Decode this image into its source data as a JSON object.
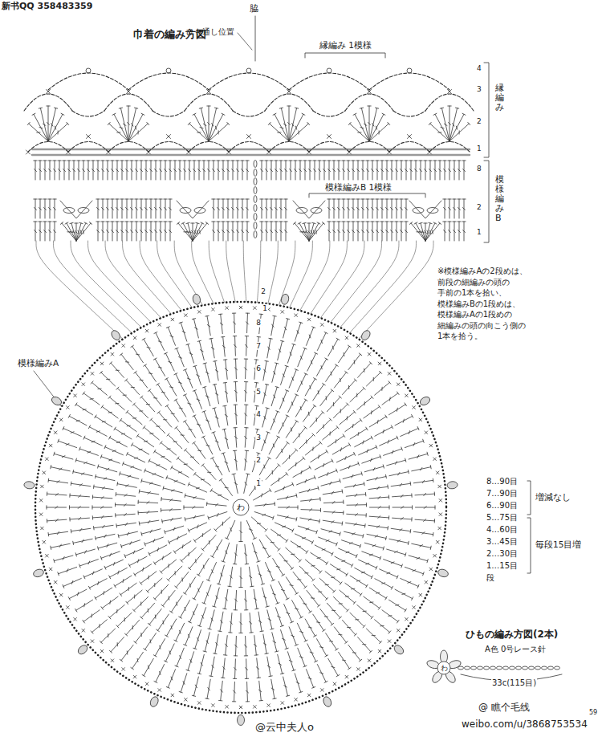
{
  "diagram": {
    "title": "巾着の編み方図",
    "labels": [
      "新书QQ 358483359",
      "脇",
      "ひも通し位置",
      "縁編み 1模様",
      "4",
      "3",
      "2",
      "1",
      "縁編み",
      "模様編みB 1模様",
      "8",
      "2",
      "1",
      "模様編みB",
      "※模様編みAの2段めは、 前段の細編みの頭の 手前の1本を拾い、 模様編みBの1段めは、 模様編みAの1段めの 細編みの頭の向こう側の 1本を拾う。",
      "模様編みA",
      "わ",
      "1",
      "2",
      "3",
      "4",
      "5",
      "6",
      "7",
      "8",
      "2",
      "1",
      "8…90目",
      "7…90目",
      "6…90目",
      "5…75目",
      "4…60目",
      "3…45目",
      "2…30目",
      "1…15目",
      "段",
      "増減なし",
      "毎段15目増",
      "ひもの編み方図(2本)",
      "A色 0号レース針",
      "わ",
      "33c(115目)",
      "@云中夫人o",
      "@ 瞧个毛线",
      "weibo.com/u/3868753534",
      "59"
    ]
  }
}
